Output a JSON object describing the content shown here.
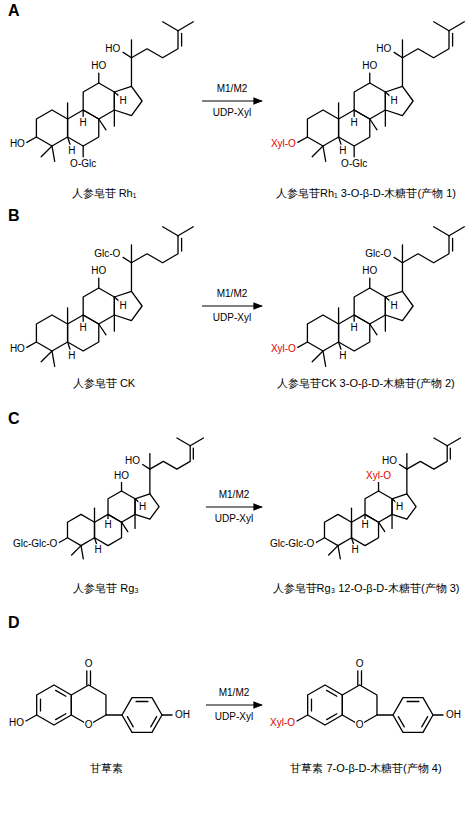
{
  "diagram": {
    "nodes": [
      {
        "text": [
          "人参皂苷 Rh₁"
        ]
      },
      {
        "text": [
          "人参皂苷Rh₁ 3-O-β-D-木糖苷(产物 1)"
        ]
      },
      {
        "text": [
          "人参皂苷 CK"
        ]
      },
      {
        "text": [
          "人参皂苷CK 3-O-β-D-木糖苷(产物 2)"
        ]
      },
      {
        "text": [
          "人参皂苷 Rg₃"
        ]
      },
      {
        "text": [
          "人参皂苷Rg₃ 12-O-β-D-木糖苷(产物 3)"
        ]
      },
      {
        "text": [
          "甘草素"
        ]
      },
      {
        "text": [
          "甘草素 7-O-β-D-木糖苷(产物 4)"
        ]
      }
    ],
    "edges": [
      {
        "from": 0,
        "to": 1,
        "arrow": "to",
        "label": "M1/M2 UDP-Xyl"
      },
      {
        "from": 2,
        "to": 3,
        "arrow": "to",
        "label": "M1/M2 UDP-Xyl"
      },
      {
        "from": 4,
        "to": 5,
        "arrow": "to",
        "label": "M1/M2 UDP-Xyl"
      },
      {
        "from": 6,
        "to": 7,
        "arrow": "to",
        "label": "M1/M2 UDP-Xyl"
      }
    ],
    "labels": [
      "A",
      "HO",
      "HO",
      "H",
      "H",
      "HO",
      "H",
      "O-Glc",
      "HO",
      "HO",
      "H",
      "H",
      "Xyl-O",
      "H",
      "O-Glc",
      "B",
      "HO",
      "Glc-O",
      "H",
      "H",
      "HO",
      "H",
      "HO",
      "Glc-O",
      "H",
      "H",
      "Xyl-O",
      "H",
      "C",
      "HO",
      "HO",
      "H",
      "H",
      "Glc-Glc-O",
      "H",
      "Xyl-O",
      "HO",
      "H",
      "H",
      "Glc-Glc-O",
      "H",
      "D",
      "O",
      "O",
      "HO",
      "OH",
      "O",
      "O",
      "Xyl-O",
      "OH"
    ]
  }
}
